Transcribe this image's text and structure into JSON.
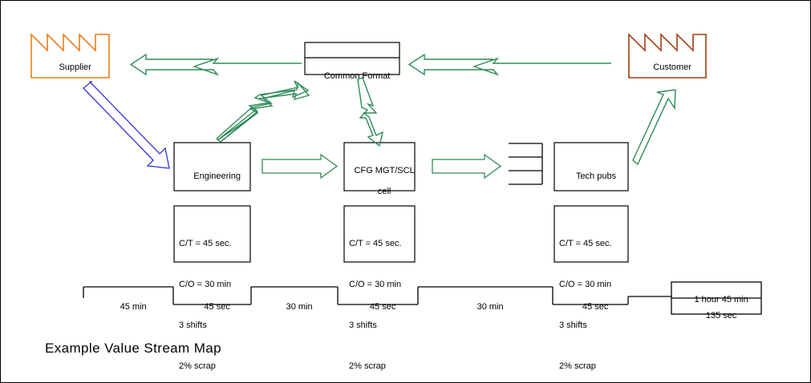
{
  "diagram": {
    "title": "Example Value Stream Map",
    "colors": {
      "supplier_outline": "#ED7D1B",
      "customer_outline": "#A0400D",
      "info_flow": "#2E8B57",
      "material_push": "#3333DD",
      "box_outline": "#000000",
      "background": "#FFFFFF"
    }
  },
  "external_entities": [
    {
      "id": "supplier",
      "label": "Supplier",
      "shape": "factory-icon"
    },
    {
      "id": "customer",
      "label": "Customer",
      "shape": "factory-icon"
    }
  ],
  "control_box": {
    "id": "common-format",
    "label": "Common Format",
    "header_empty": true
  },
  "processes": [
    {
      "id": "engineering",
      "label": "Engineering"
    },
    {
      "id": "cfg-mgt-scl-cell",
      "label": "CFG MGT/SCL\ncell",
      "line1": "CFG MGT/SCL",
      "line2": "cell"
    },
    {
      "id": "tech-pubs",
      "label": "Tech pubs"
    }
  ],
  "data_boxes": [
    {
      "for": "engineering",
      "lines": [
        "C/T = 45 sec.",
        "C/O = 30 min",
        "3 shifts",
        "2% scrap"
      ]
    },
    {
      "for": "cfg-mgt-scl-cell",
      "lines": [
        "C/T = 45 sec.",
        "C/O = 30 min",
        "3 shifts",
        "2% scrap"
      ]
    },
    {
      "for": "tech-pubs",
      "lines": [
        "C/T = 45 sec.",
        "C/O = 30 min",
        "3 shifts",
        "2% scrap"
      ]
    }
  ],
  "inventory": {
    "id": "supermarket-buffer",
    "lines_count": 4
  },
  "arrows": [
    {
      "id": "customer-to-common-format",
      "type": "electronic-info",
      "color": "#2E8B57"
    },
    {
      "id": "common-format-to-supplier",
      "type": "electronic-info",
      "color": "#2E8B57"
    },
    {
      "id": "supplier-to-engineering",
      "type": "material-push",
      "color": "#3333DD"
    },
    {
      "id": "engineering-to-common-format",
      "type": "electronic-info",
      "color": "#2E8B57"
    },
    {
      "id": "common-format-to-cfg-cell",
      "type": "electronic-info",
      "color": "#2E8B57"
    },
    {
      "id": "engineering-to-cfg-cell",
      "type": "push",
      "color": "#2E8B57"
    },
    {
      "id": "cfg-cell-to-buffer",
      "type": "push",
      "color": "#2E8B57"
    },
    {
      "id": "tech-pubs-to-customer",
      "type": "shipment",
      "color": "#2E8B57"
    }
  ],
  "timeline": {
    "segments": [
      {
        "index": 0,
        "level": "lead",
        "label": "45 min"
      },
      {
        "index": 1,
        "level": "value",
        "label": "45 sec"
      },
      {
        "index": 2,
        "level": "lead",
        "label": "30 min"
      },
      {
        "index": 3,
        "level": "value",
        "label": "45 sec"
      },
      {
        "index": 4,
        "level": "lead",
        "label": "30 min"
      },
      {
        "index": 5,
        "level": "value",
        "label": "45 sec"
      }
    ],
    "summary": {
      "lead_time": "1 hour 45 min",
      "value_added_time": "135 sec"
    }
  }
}
